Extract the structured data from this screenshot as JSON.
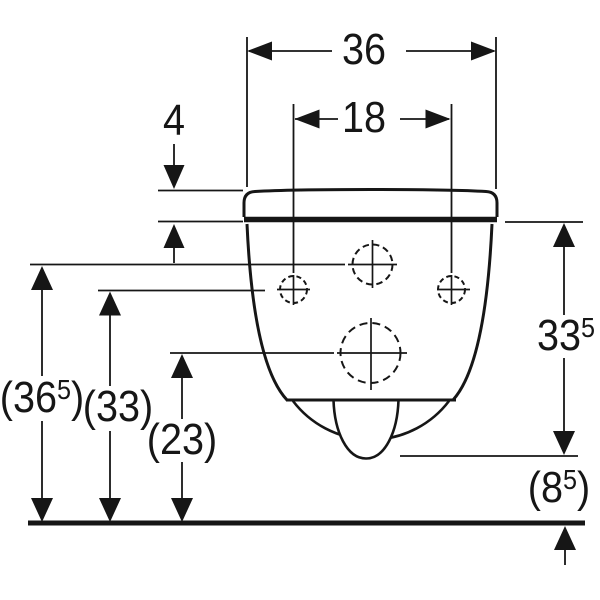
{
  "colors": {
    "line": "#161616",
    "background": "#ffffff"
  },
  "labels": {
    "width_total": "36",
    "bolt_spacing": "18",
    "lid_thickness": "4",
    "rim_height": {
      "main": "33",
      "sup": "5",
      "tail": ""
    },
    "fixing_height": {
      "main": "(36",
      "sup": "5",
      "tail": ")"
    },
    "side_hole_height": "(33)",
    "outlet_center_height": "(23)",
    "outlet_bottom_height": {
      "main": "(8",
      "sup": "5",
      "tail": ")"
    }
  }
}
